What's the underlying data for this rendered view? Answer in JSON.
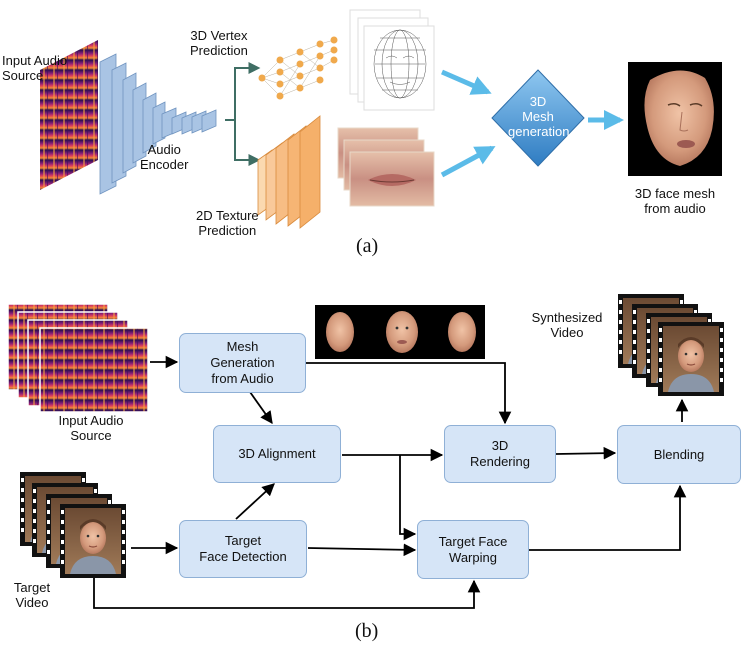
{
  "part_a": {
    "input_audio_label": "Input Audio\nSource",
    "audio_encoder_label": "Audio\nEncoder",
    "vertex_pred_label": "3D Vertex\nPrediction",
    "texture_pred_label": "2D Texture\nPrediction",
    "mesh_gen_label": "3D\nMesh\ngeneration",
    "face_mesh_label": "3D face mesh\nfrom audio",
    "caption": "(a)"
  },
  "part_b": {
    "mesh_gen_box": "Mesh\nGeneration\nfrom Audio",
    "alignment_box": "3D Alignment",
    "rendering_box": "3D\nRendering",
    "blending_box": "Blending",
    "face_detect_box": "Target\nFace Detection",
    "warping_box": "Target Face\nWarping",
    "input_audio_label": "Input Audio\nSource",
    "target_video_label": "Target\nVideo",
    "synth_video_label": "Synthesized\nVideo",
    "caption": "(b)"
  },
  "colors": {
    "box_fill": "#d6e5f7",
    "box_border": "#8fb0d6",
    "diamond": "#4d9ad8",
    "arrow_blue": "#5bbbe8",
    "encoder_blue": "#a9c4e4",
    "texture_orange": "#f5b56f",
    "node_orange": "#f0a94c"
  }
}
